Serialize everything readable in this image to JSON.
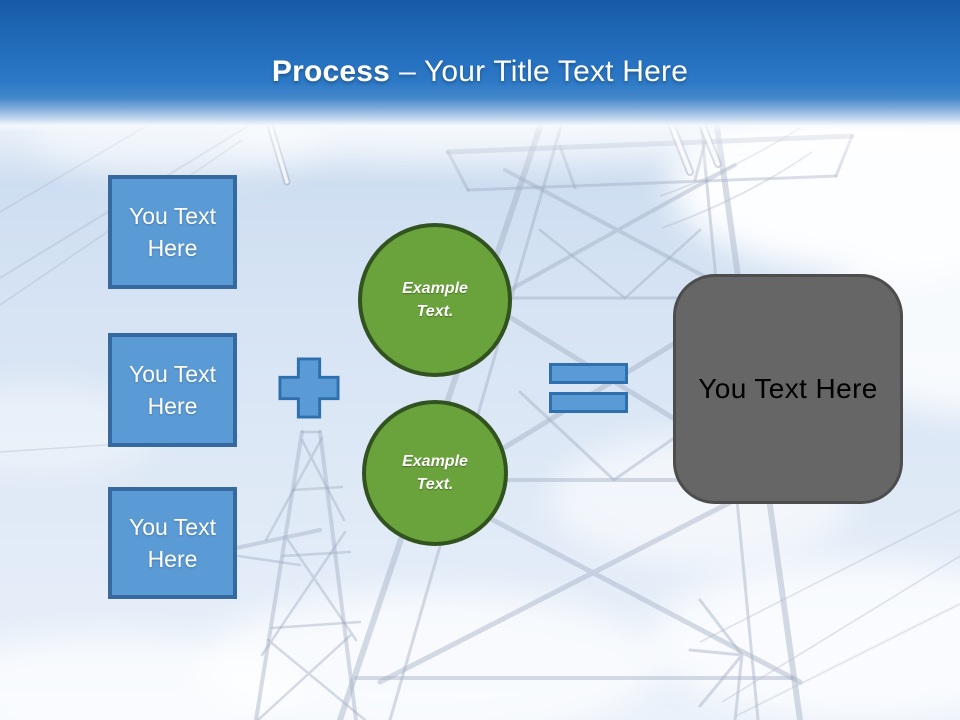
{
  "slide": {
    "header": {
      "title_bold": "Process",
      "title_rest": "– Your Title Text Here"
    },
    "inputs": {
      "boxes": [
        {
          "label": "You Text\nHere"
        },
        {
          "label": "You Text\nHere"
        },
        {
          "label": "You Text\nHere"
        }
      ]
    },
    "examples": [
      {
        "label": "Example\nText."
      },
      {
        "label": "Example\nText."
      }
    ],
    "result": {
      "label": "You Text Here"
    },
    "icons": {
      "plus": "plus-icon",
      "equals": "equals-icon"
    },
    "colors": {
      "header_blue": "#2a74c2",
      "accent_blue_fill": "#5b9bd5",
      "accent_blue_border": "#2e6fad",
      "box_border_blue": "#35699f",
      "green_fill": "#6aa23c",
      "green_border": "#31531f",
      "result_gray_fill": "#666666",
      "result_gray_border": "#4d4d4d",
      "title_text": "#ffffff",
      "box_text": "#ffffff",
      "result_text": "#000000"
    },
    "background": {
      "subject": "faded high-voltage transmission towers against blue sky"
    }
  }
}
